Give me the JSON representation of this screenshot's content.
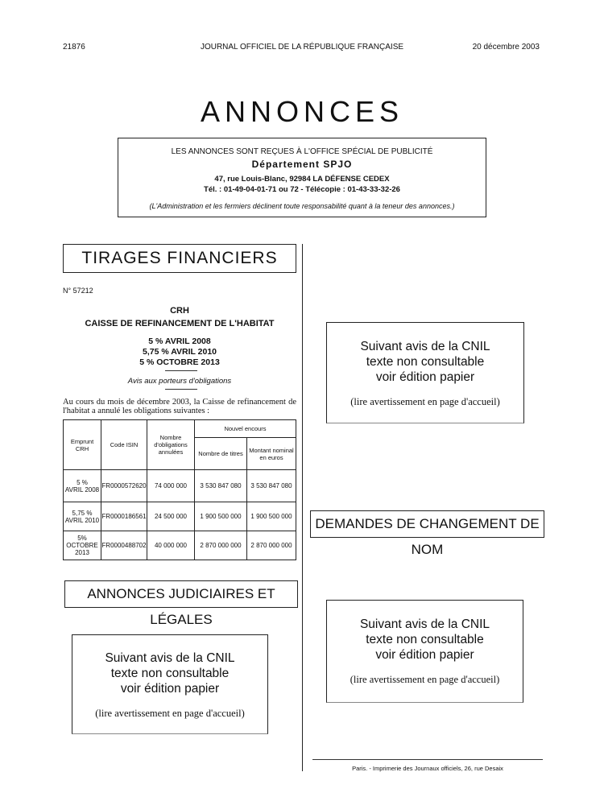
{
  "header": {
    "page_number": "21876",
    "journal": "JOURNAL OFFICIEL DE LA RÉPUBLIQUE FRANÇAISE",
    "date": "20 décembre 2003"
  },
  "title": "ANNONCES",
  "info_box": {
    "line1": "LES ANNONCES SONT REÇUES À L'OFFICE SPÉCIAL DE PUBLICITÉ",
    "line2": "Département SPJO",
    "line3": "47, rue Louis-Blanc, 92984 LA DÉFENSE CEDEX",
    "line4": "Tél. : 01-49-04-01-71 ou 72 - Télécopie : 01-43-33-32-26",
    "line5": "(L'Administration et les fermiers déclinent toute responsabilité quant à la teneur des annonces.)"
  },
  "tirages": {
    "heading": "TIRAGES FINANCIERS",
    "number": "N° 57212",
    "issuer_short": "CRH",
    "issuer_full": "CAISSE DE REFINANCEMENT DE L'HABITAT",
    "bonds": [
      "5 % AVRIL 2008",
      "5,75 % AVRIL 2010",
      "5 % OCTOBRE 2013"
    ],
    "avis": "Avis aux porteurs d'obligations",
    "intro": "Au cours du mois de décembre 2003, la Caisse de refinancement de l'habitat a annulé les obligations suivantes :",
    "table": {
      "headers": {
        "emprunt": "Emprunt CRH",
        "code": "Code ISIN",
        "nombre_oblig": "Nombre d'obligations annulées",
        "nouvel": "Nouvel encours",
        "nombre_titres": "Nombre de titres",
        "montant": "Montant nominal en euros"
      },
      "rows": [
        {
          "emprunt_a": "5 %",
          "emprunt_b": "AVRIL 2008",
          "code": "FR0000572620",
          "annulees": "74 000 000",
          "titres": "3 530 847 080",
          "montant": "3 530 847 080"
        },
        {
          "emprunt_a": "5,75 %",
          "emprunt_b": "AVRIL 2010",
          "code": "FR0000186561",
          "annulees": "24 500 000",
          "titres": "1 900 500 000",
          "montant": "1 900 500 000"
        },
        {
          "emprunt_a": "5%",
          "emprunt_b": "OCTOBRE 2013",
          "code": "FR0000488702",
          "annulees": "40 000 000",
          "titres": "2 870 000 000",
          "montant": "2 870 000 000"
        }
      ]
    }
  },
  "judiciaires_heading": "ANNONCES JUDICIAIRES ET LÉGALES",
  "changement_heading": "DEMANDES DE CHANGEMENT DE NOM",
  "cnil": {
    "line1": "Suivant avis de la CNIL",
    "line2": "texte non consultable",
    "line3": "voir édition papier",
    "note": "(lire avertissement en page d'accueil)"
  },
  "footer": "Paris. - Imprimerie des Journaux officiels, 26, rue Desaix"
}
